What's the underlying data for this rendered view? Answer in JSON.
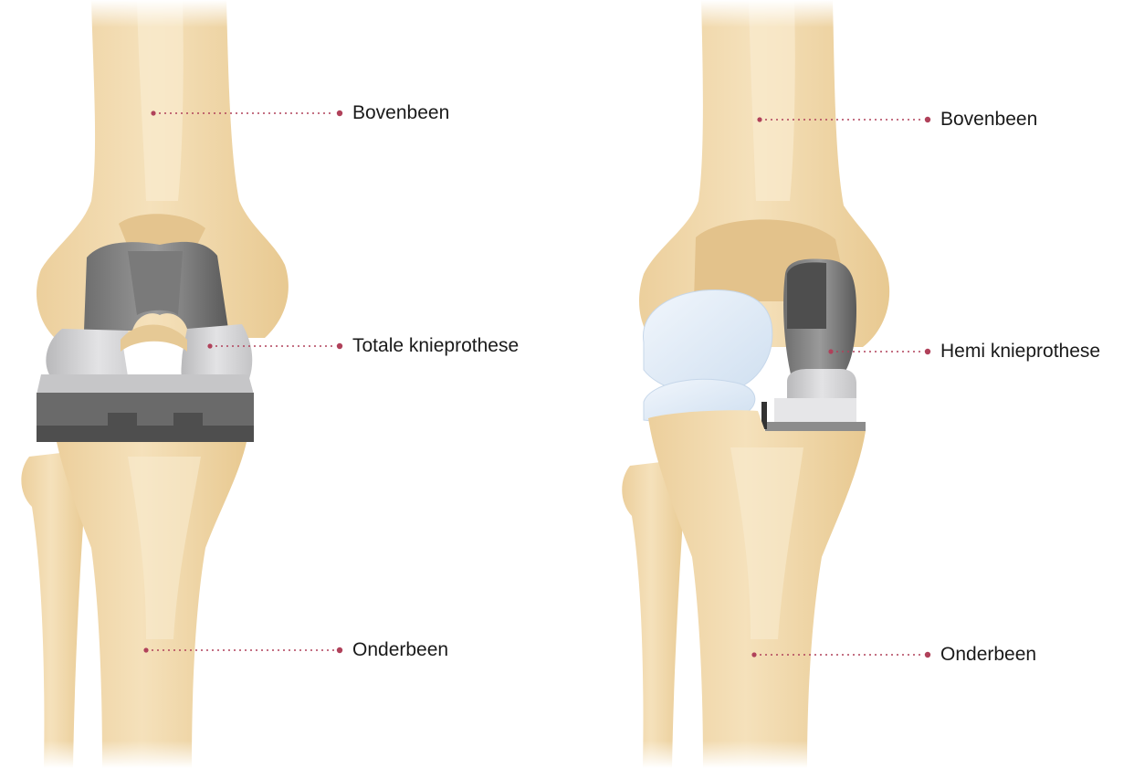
{
  "colors": {
    "bone": "#f2dcb0",
    "bone_shadow": "#e6c995",
    "bone_highlight": "#f8e9c9",
    "cartilage": "#e2edf8",
    "metal_dark": "#5f5f5f",
    "metal_mid": "#8a8a8a",
    "metal_light": "#c9c9c9",
    "leader": "#b0415a"
  },
  "left_figure": {
    "labels": {
      "upper": "Bovenbeen",
      "implant": "Totale knieprothese",
      "lower": "Onderbeen"
    }
  },
  "right_figure": {
    "labels": {
      "upper": "Bovenbeen",
      "implant": "Hemi knieprothese",
      "lower": "Onderbeen"
    }
  }
}
